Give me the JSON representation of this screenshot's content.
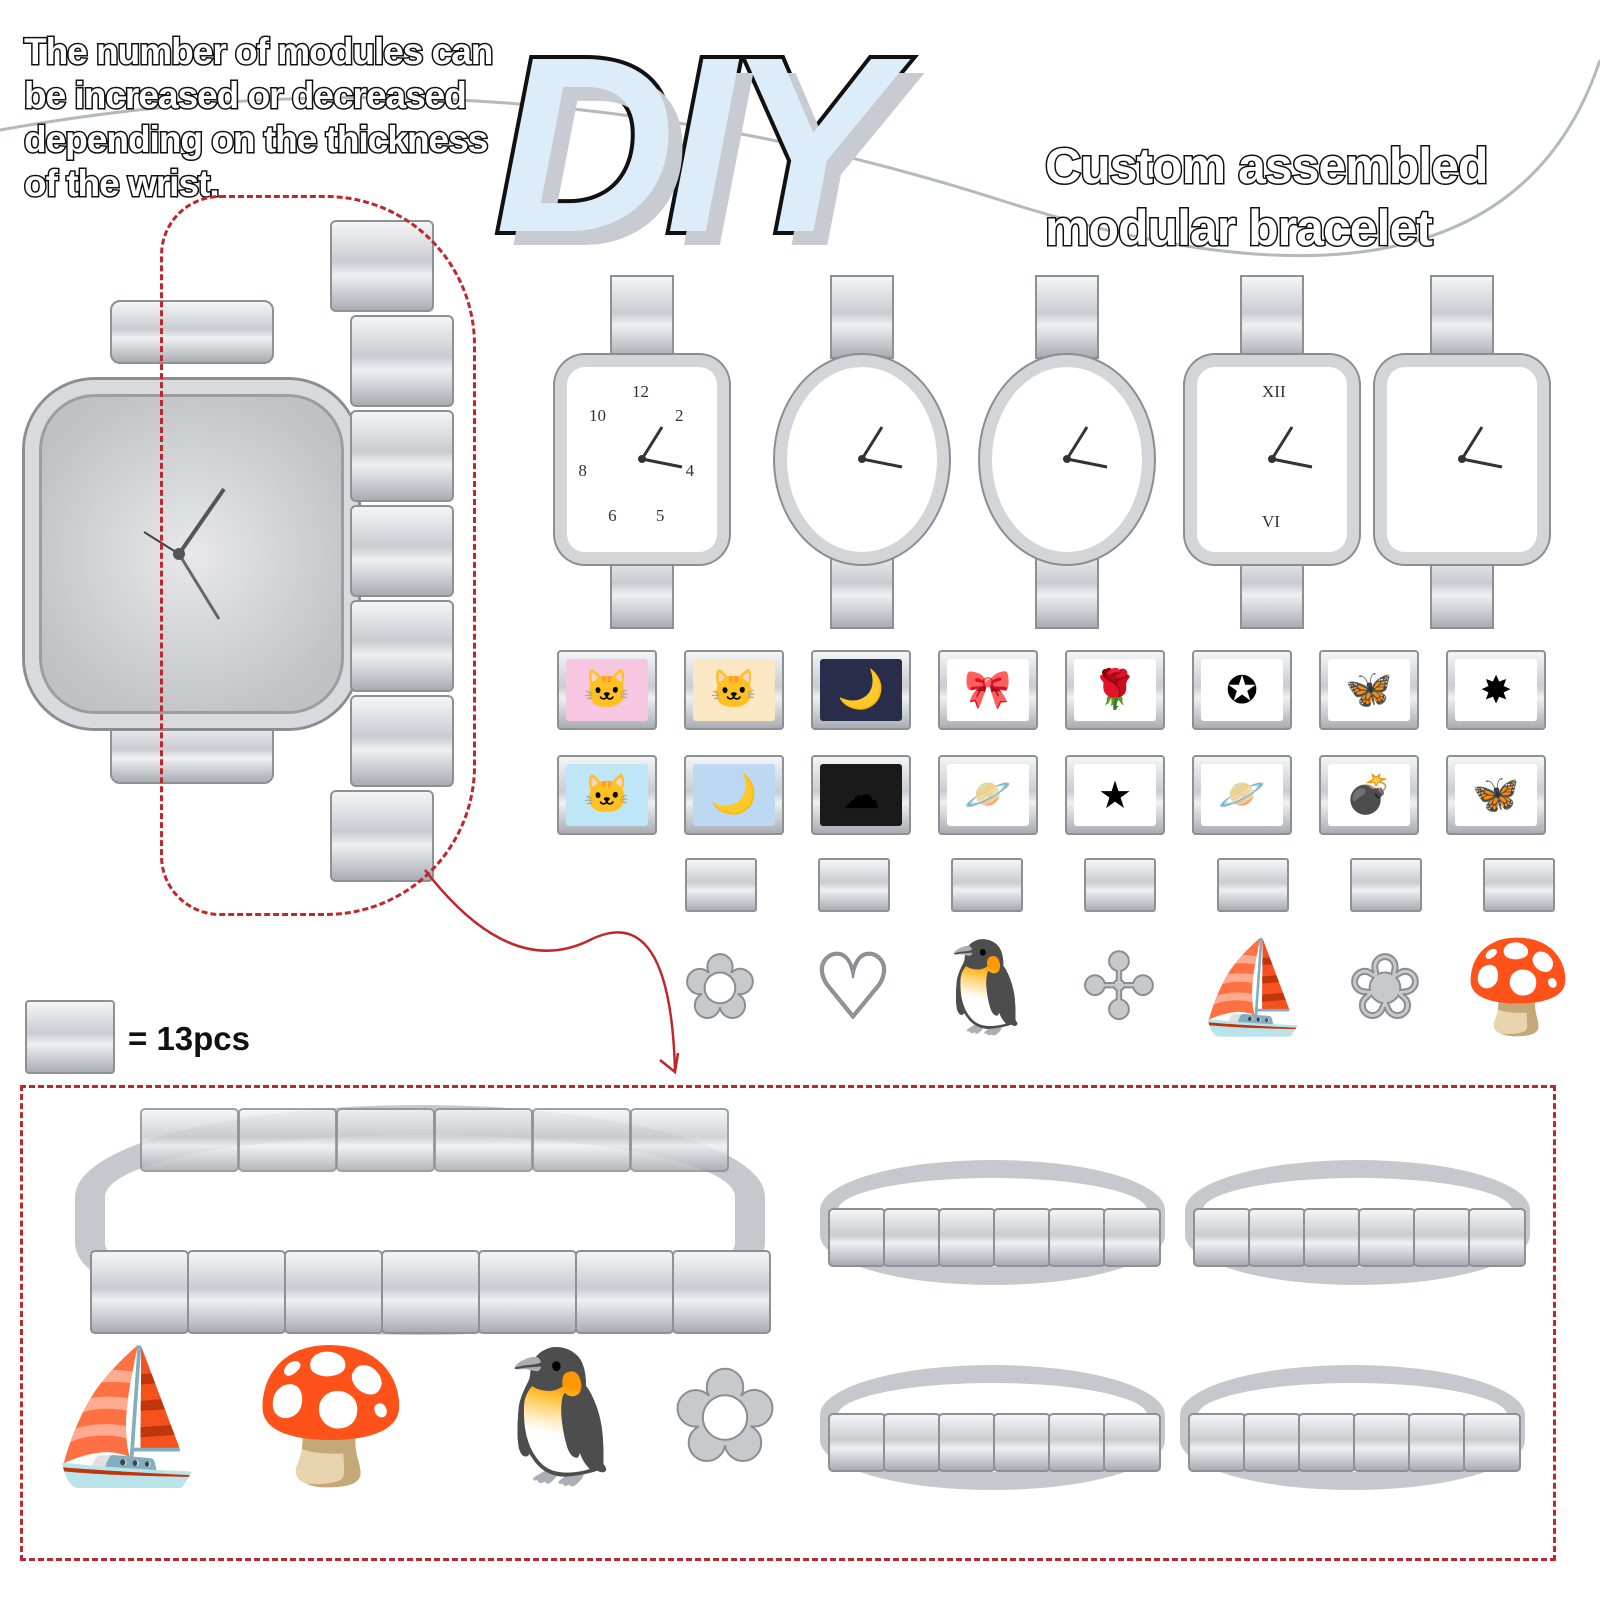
{
  "intro_text": "The number of modules can be increased or decreased depending on the thickness of the wrist.",
  "headline": "DIY",
  "tagline": [
    "Custom assembled",
    "modular bracelet"
  ],
  "quantity_label": "= 13pcs",
  "colors": {
    "accent_dashed": "#c0262c",
    "diy_fill": "#dcecf8",
    "metal": "#c9ccd1"
  },
  "watch_faces": [
    {
      "style": "square-arabic",
      "numbers": [
        "12",
        "2",
        "4",
        "5",
        "6",
        "8",
        "10"
      ]
    },
    {
      "style": "round-roman",
      "numbers": []
    },
    {
      "style": "round-index",
      "numbers": []
    },
    {
      "style": "cushion-roman",
      "numbers": [
        "XII",
        "VI"
      ]
    },
    {
      "style": "square-index",
      "numbers": []
    }
  ],
  "link_tiles": [
    [
      "cat-pink-icon",
      "cat-cream-icon",
      "cat-moon-icon",
      "bow-icon",
      "rose-icon",
      "pearl-star-icon",
      "butterfly-pink-icon",
      "crystal-star-icon"
    ],
    [
      "cat-blue-icon",
      "cat-moon-blue-icon",
      "cat-cloud-icon",
      "planet-swirl-icon",
      "star-icon",
      "saturn-icon",
      "bomb-icon",
      "butterfly-black-icon"
    ]
  ],
  "charms": [
    "flower-icon",
    "heart-icon",
    "penguin-icon",
    "pinwheel-icon",
    "sailboat-icon",
    "hibiscus-icon",
    "mushroom-icon"
  ],
  "main_bracelet_charms": [
    "sailboat-icon",
    "mushroom-icon",
    "penguin-icon",
    "flower-icon"
  ]
}
